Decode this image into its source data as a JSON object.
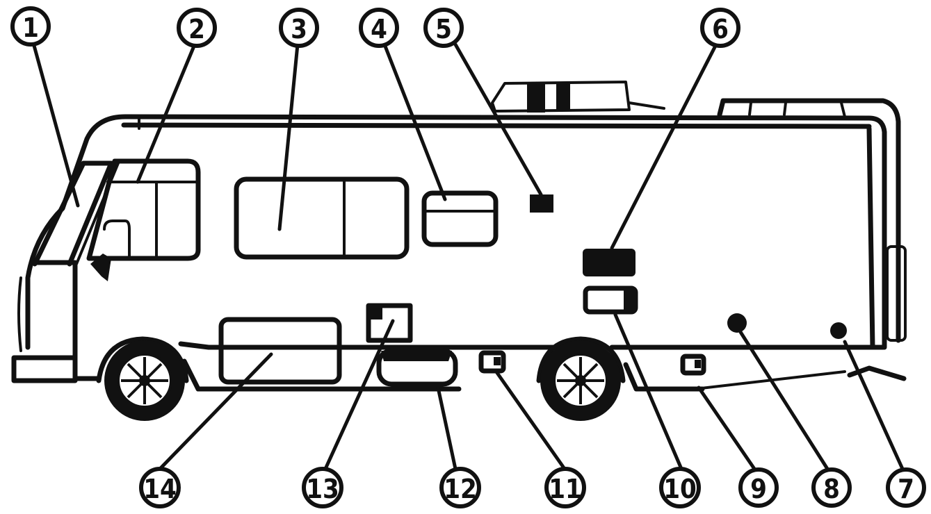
{
  "callouts": [
    "1",
    "2",
    "3",
    "4",
    "5",
    "6",
    "7",
    "8",
    "9",
    "10",
    "11",
    "12",
    "13",
    "14"
  ],
  "colors": {
    "ink": "#111111",
    "paper": "#ffffff"
  }
}
